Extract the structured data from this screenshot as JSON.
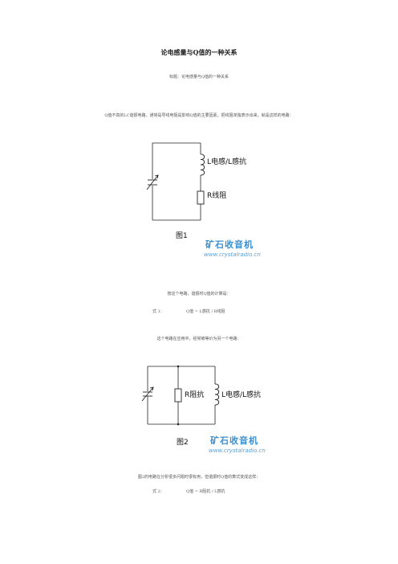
{
  "doc": {
    "title": "论电感量与Q值的一种关系",
    "subtitle": "标题：论电感量与Q值的一种关系",
    "para1": "Q值不高的LC谐振电路，通常是导线电阻是影响Q值的主要因素，把线阻单独表示出来，就是这样的电路：",
    "para2": "按这个电路，谐振时Q值的计算是：",
    "formula1": {
      "label": "式 1：",
      "text": "Q值 = L感抗 / R线阻"
    },
    "para3": "这个电路在应用中，经常被等价为另一个电路：",
    "para4": "图2的电路在分析很多问题时很有用，但谐振时Q值的算式变成这样：",
    "formula2": {
      "label": "式 2：",
      "text": "Q值 = R阻抗 / L感抗"
    }
  },
  "figure1": {
    "label_L": "L电感/L感抗",
    "label_R": "R线阻",
    "caption": "图1",
    "watermark_cn": "矿石收音机",
    "watermark_url": "www.crystalradio.cn"
  },
  "figure2": {
    "label_R": "R阻抗",
    "label_L": "L电感/L感抗",
    "caption": "图2",
    "watermark_cn": "矿石收音机",
    "watermark_url": "www.crystalradio.cn"
  }
}
